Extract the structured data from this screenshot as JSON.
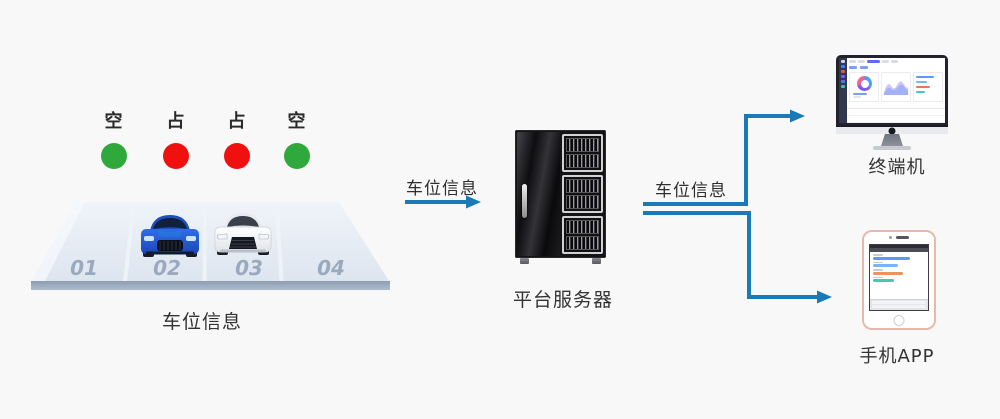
{
  "diagram_title": "parking-information-flow",
  "colors": {
    "background": "#f8f8f8",
    "arrow_blue": "#1a7ab8",
    "status_free_green": "#2fa83c",
    "status_occupied_red": "#f11010",
    "lane_number_gray": "#9aaabe"
  },
  "parking": {
    "statuses": [
      {
        "label": "空",
        "state": "free"
      },
      {
        "label": "占",
        "state": "occupied"
      },
      {
        "label": "占",
        "state": "occupied"
      },
      {
        "label": "空",
        "state": "free"
      }
    ],
    "lanes": [
      "01",
      "02",
      "03",
      "04"
    ],
    "cars": [
      {
        "lane": "02",
        "color": "blue"
      },
      {
        "lane": "03",
        "color": "white"
      }
    ],
    "caption": "车位信息"
  },
  "flows": {
    "to_server_label": "车位信息",
    "to_clients_label": "车位信息"
  },
  "server": {
    "label": "平台服务器"
  },
  "terminal": {
    "label": "终端机"
  },
  "phone": {
    "label": "手机APP"
  }
}
